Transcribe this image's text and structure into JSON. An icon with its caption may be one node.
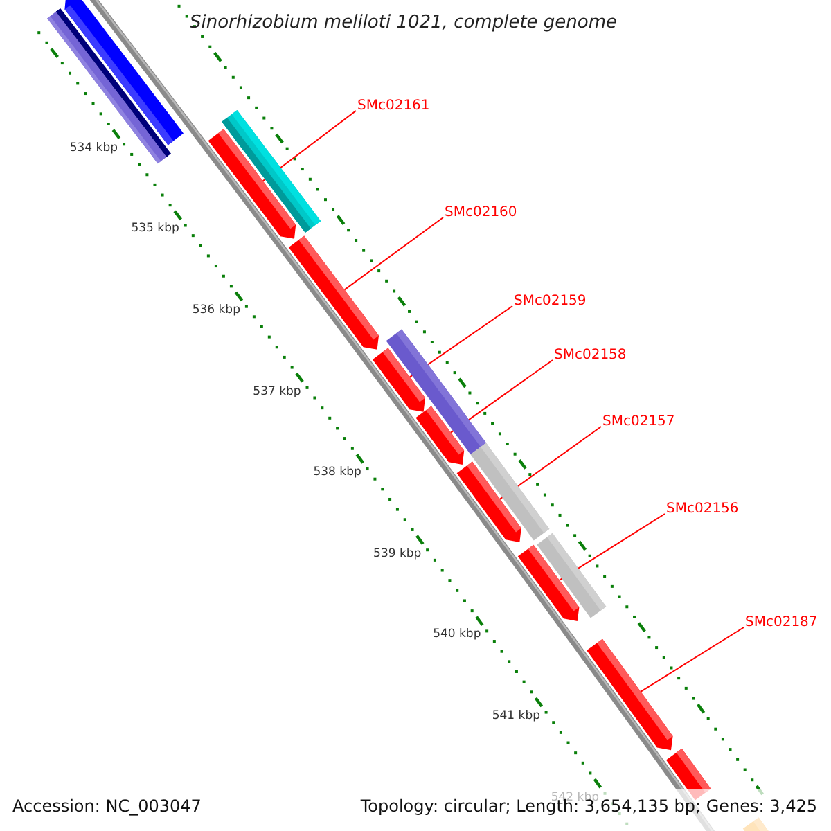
{
  "diagram": {
    "title": "Sinorhizobium meliloti 1021, complete genome",
    "nodes": [
      {
        "text": [
          "SMc02161"
        ]
      },
      {
        "text": [
          "SMc02160"
        ]
      },
      {
        "text": [
          "SMc02159"
        ]
      },
      {
        "text": [
          "SMc02158"
        ]
      },
      {
        "text": [
          "SMc02157"
        ]
      },
      {
        "text": [
          "SMc02156"
        ]
      },
      {
        "text": [
          "SMc02187"
        ]
      },
      {
        "text": [],
        "shape": "bar"
      },
      {
        "text": [],
        "shape": "bar"
      },
      {
        "text": [],
        "shape": "arrow"
      },
      {
        "text": [],
        "shape": "bar"
      },
      {
        "text": [],
        "shape": "arrow"
      },
      {
        "text": [],
        "shape": "arrow"
      },
      {
        "text": [],
        "shape": "bar"
      },
      {
        "text": [],
        "shape": "arrow"
      },
      {
        "text": [],
        "shape": "arrow"
      },
      {
        "text": [],
        "shape": "bar"
      },
      {
        "text": [],
        "shape": "arrow"
      },
      {
        "text": [],
        "shape": "bar"
      },
      {
        "text": [],
        "shape": "arrow"
      },
      {
        "text": [],
        "shape": "arrow"
      },
      {
        "text": [],
        "shape": "arrow"
      },
      {
        "text": [],
        "shape": "bar"
      }
    ],
    "edges": [
      {
        "from": 0,
        "to": 11,
        "arrow": "none"
      },
      {
        "from": 1,
        "to": 12,
        "arrow": "none"
      },
      {
        "from": 2,
        "to": 14,
        "arrow": "none"
      },
      {
        "from": 3,
        "to": 15,
        "arrow": "none"
      },
      {
        "from": 4,
        "to": 17,
        "arrow": "none"
      },
      {
        "from": 5,
        "to": 19,
        "arrow": "none"
      },
      {
        "from": 6,
        "to": 20,
        "arrow": "none"
      }
    ],
    "labels": [
      "534 kbp",
      "535 kbp",
      "536 kbp",
      "537 kbp",
      "538 kbp",
      "539 kbp",
      "540 kbp",
      "541 kbp",
      "542 kbp",
      "Accession: NC_003047",
      "Topology: circular; Length: 3,654,135 bp; Genes: 3,425"
    ]
  }
}
